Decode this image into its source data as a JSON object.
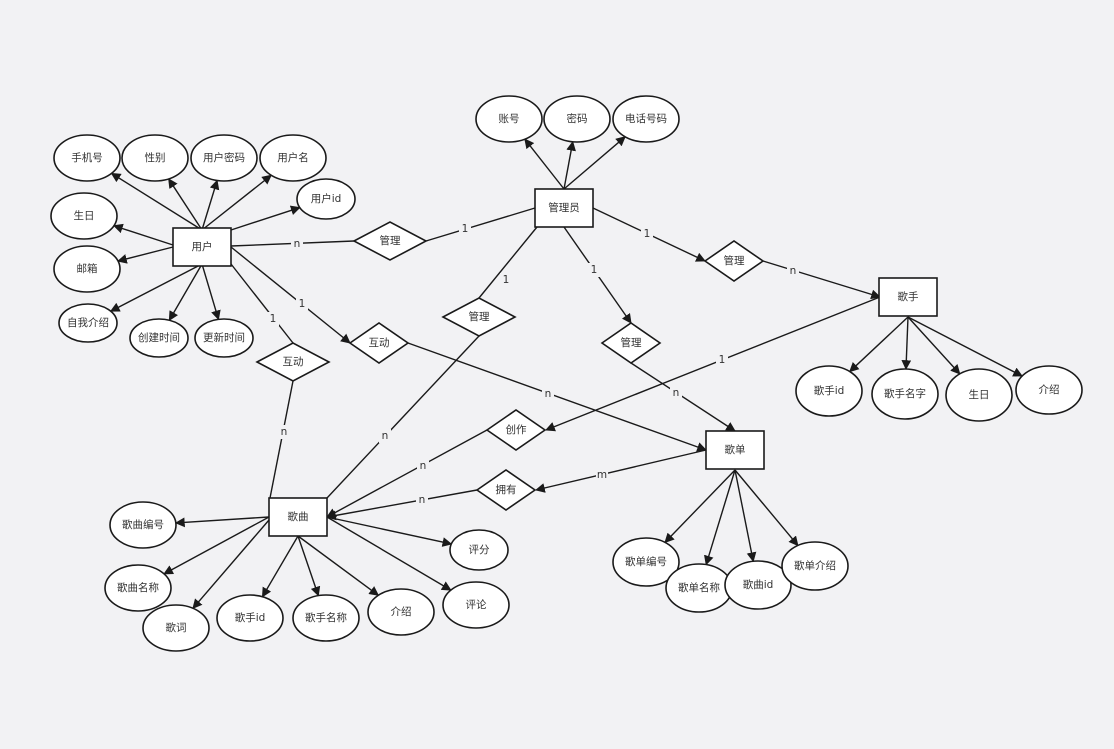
{
  "entities": {
    "user": "用户",
    "admin": "管理员",
    "singer": "歌手",
    "playlist": "歌单",
    "song": "歌曲"
  },
  "relationships": {
    "manage_user": "管理",
    "manage_singer": "管理",
    "manage_song": "管理",
    "manage_playlist": "管理",
    "interact_song": "互动",
    "interact_playlist": "互动",
    "create": "创作",
    "own": "拥有"
  },
  "attributes": {
    "user_phone": "手机号",
    "user_gender": "性别",
    "user_password": "用户密码",
    "user_name": "用户名",
    "user_id": "用户id",
    "user_birthday": "生日",
    "user_email": "邮箱",
    "user_intro": "自我介绍",
    "user_created": "创建时间",
    "user_updated": "更新时间",
    "admin_account": "账号",
    "admin_password": "密码",
    "admin_phone": "电话号码",
    "singer_id": "歌手id",
    "singer_name": "歌手名字",
    "singer_birthday": "生日",
    "singer_intro": "介绍",
    "playlist_no": "歌单编号",
    "playlist_name": "歌单名称",
    "playlist_song_id": "歌曲id",
    "playlist_intro": "歌单介绍",
    "song_no": "歌曲编号",
    "song_name": "歌曲名称",
    "song_lyrics": "歌词",
    "song_singer_id": "歌手id",
    "song_singer_name": "歌手名称",
    "song_intro": "介绍",
    "song_rating": "评分",
    "song_comment": "评论"
  },
  "cardinalities": {
    "user_manage": "n",
    "manage_admin": "1",
    "admin_manage_singer": "1",
    "manage_singer": "n",
    "admin_manage_song": "1",
    "manage_song": "n",
    "admin_manage_playlist": "1",
    "manage_playlist": "n",
    "user_interact_song": "1",
    "interact_song": "n",
    "user_interact_playlist": "1",
    "interact_playlist": "n",
    "singer_create": "1",
    "create_song": "n",
    "playlist_own": "m",
    "own_song": "n"
  }
}
